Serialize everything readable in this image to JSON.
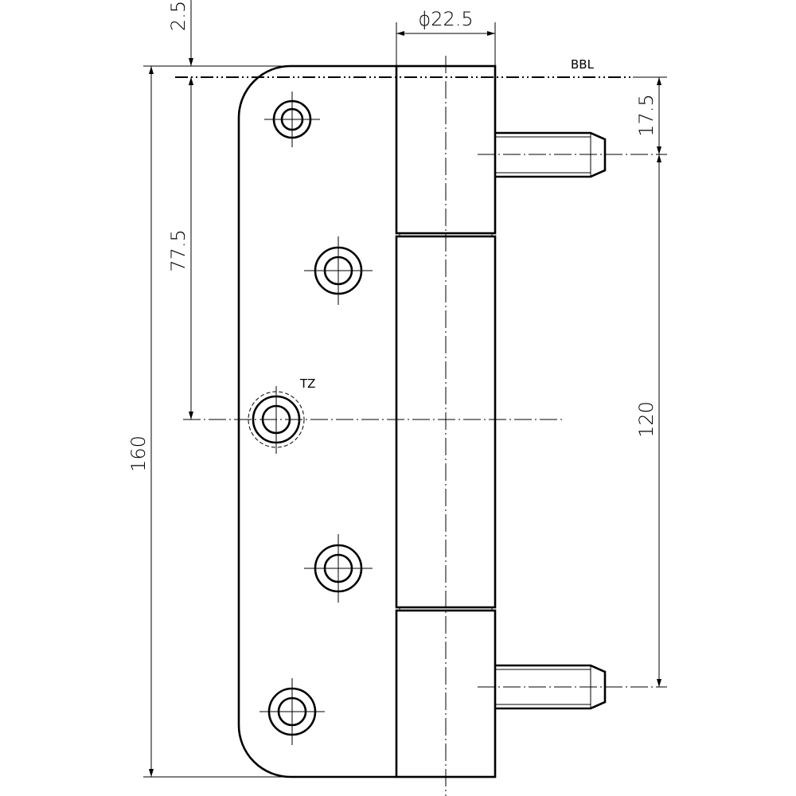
{
  "title": "Hinge technical drawing",
  "labels": {
    "reference_line": "BBL",
    "tz_hole": "TZ"
  },
  "dimensions": {
    "total_height": "160",
    "top_offset": "2.5",
    "bbl_to_tz": "77.5",
    "barrel_diameter": "ϕ22.5",
    "bbl_to_pin": "17.5",
    "pin_spacing": "120"
  },
  "colors": {
    "line": "#000000",
    "background": "#ffffff"
  }
}
